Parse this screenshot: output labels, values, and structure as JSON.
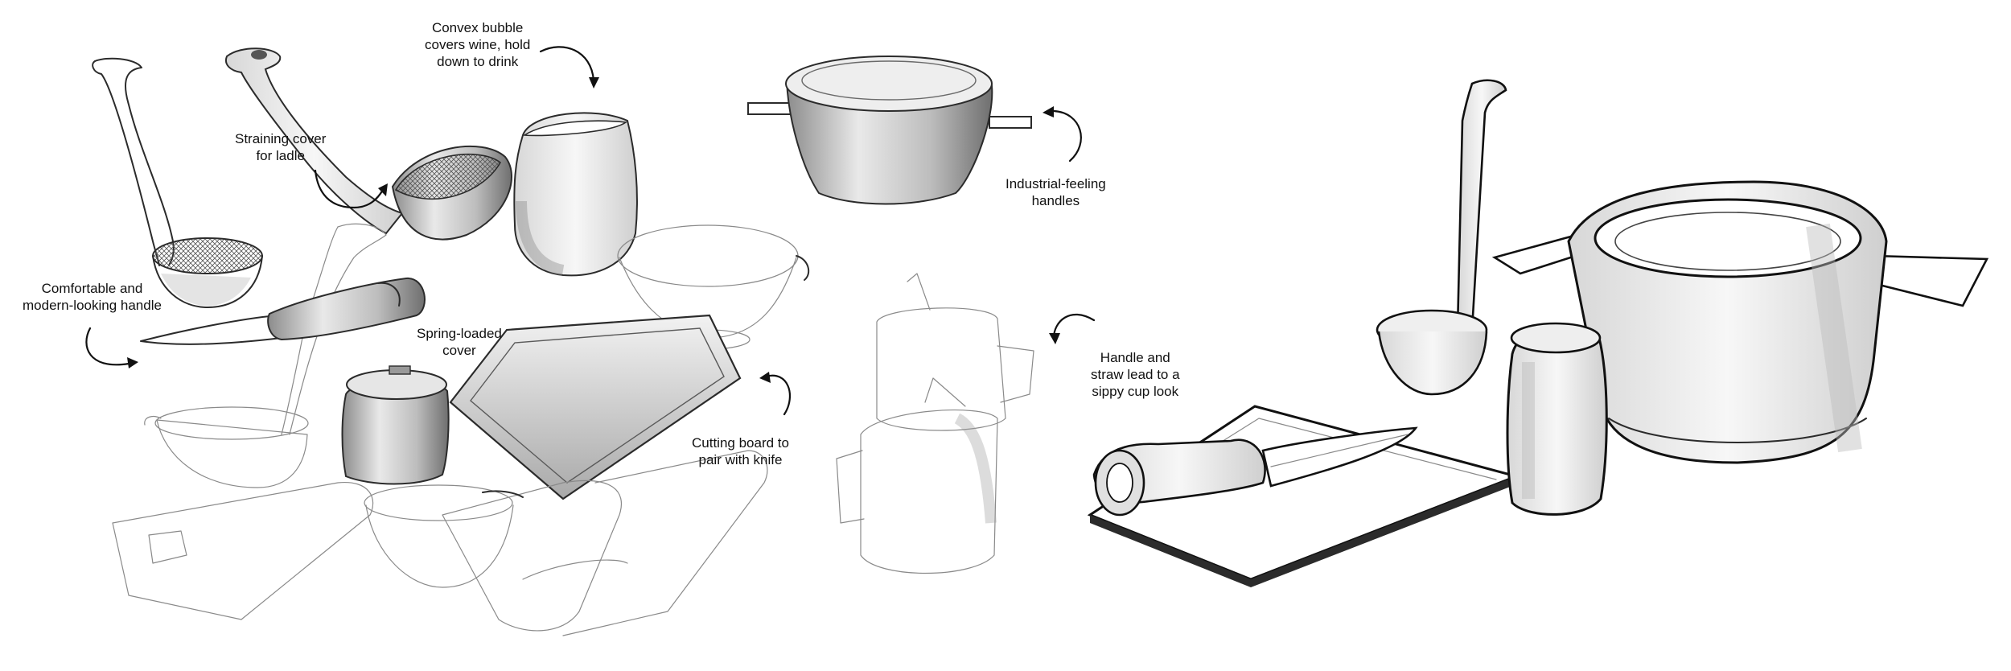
{
  "annotations": {
    "ladle_cover": [
      "Straining cover",
      "for ladle"
    ],
    "wine_bubble": [
      "Convex bubble",
      "covers wine, hold",
      "down to drink"
    ],
    "handles": [
      "Industrial-feeling",
      "handles"
    ],
    "knife_handle": [
      "Comfortable and",
      "modern-looking handle"
    ],
    "spring_cover": [
      "Spring-loaded",
      "cover"
    ],
    "cutting_board": [
      "Cutting board to",
      "pair with knife"
    ],
    "sippy": [
      "Handle and",
      "straw lead to a",
      "sippy cup look"
    ]
  },
  "colors": {
    "ink": "#2b2b2b",
    "shade_dark": "#9a9a9a",
    "shade_mid": "#c8c8c8",
    "shade_light": "#e6e6e6",
    "paper": "#ffffff"
  }
}
